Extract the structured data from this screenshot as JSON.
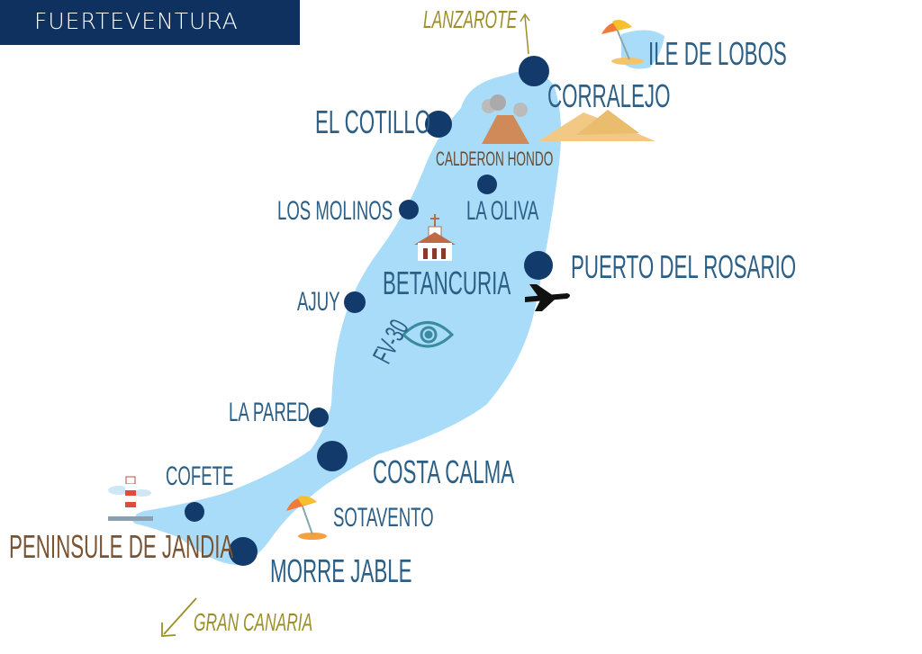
{
  "title": "FUERTEVENTURA",
  "colors": {
    "island": "#a8dcf8",
    "dot": "#123a6b",
    "label": "#2b5f86",
    "title_bg": "#0e3160",
    "external": "#9a8f2a",
    "landmark": "#7a5332"
  },
  "external": {
    "lanzarote": "LANZAROTE",
    "gran_canaria": "GRAN CANARIA"
  },
  "places": {
    "ile_de_lobos": "ILE DE LOBOS",
    "corralejo": "CORRALEJO",
    "el_cotillo": "EL COTILLO",
    "calderon_hondo": "CALDERON HONDO",
    "los_molinos": "LOS MOLINOS",
    "la_oliva": "LA OLIVA",
    "puerto_del_rosario": "PUERTO DEL ROSARIO",
    "betancuria": "BETANCURIA",
    "ajuy": "AJUY",
    "fv30": "FV-30",
    "la_pared": "LA PARED",
    "costa_calma": "COSTA CALMA",
    "cofete": "COFETE",
    "sotavento": "SOTAVENTO",
    "peninsule_de_jandia": "PENINSULE DE JANDIA",
    "morre_jable": "MORRE JABLE"
  },
  "icons": [
    "beach-umbrella-icon",
    "volcano-icon",
    "dunes-icon",
    "church-icon",
    "airplane-icon",
    "eye-icon",
    "lighthouse-icon",
    "arrow-up-icon",
    "arrow-down-left-icon"
  ]
}
